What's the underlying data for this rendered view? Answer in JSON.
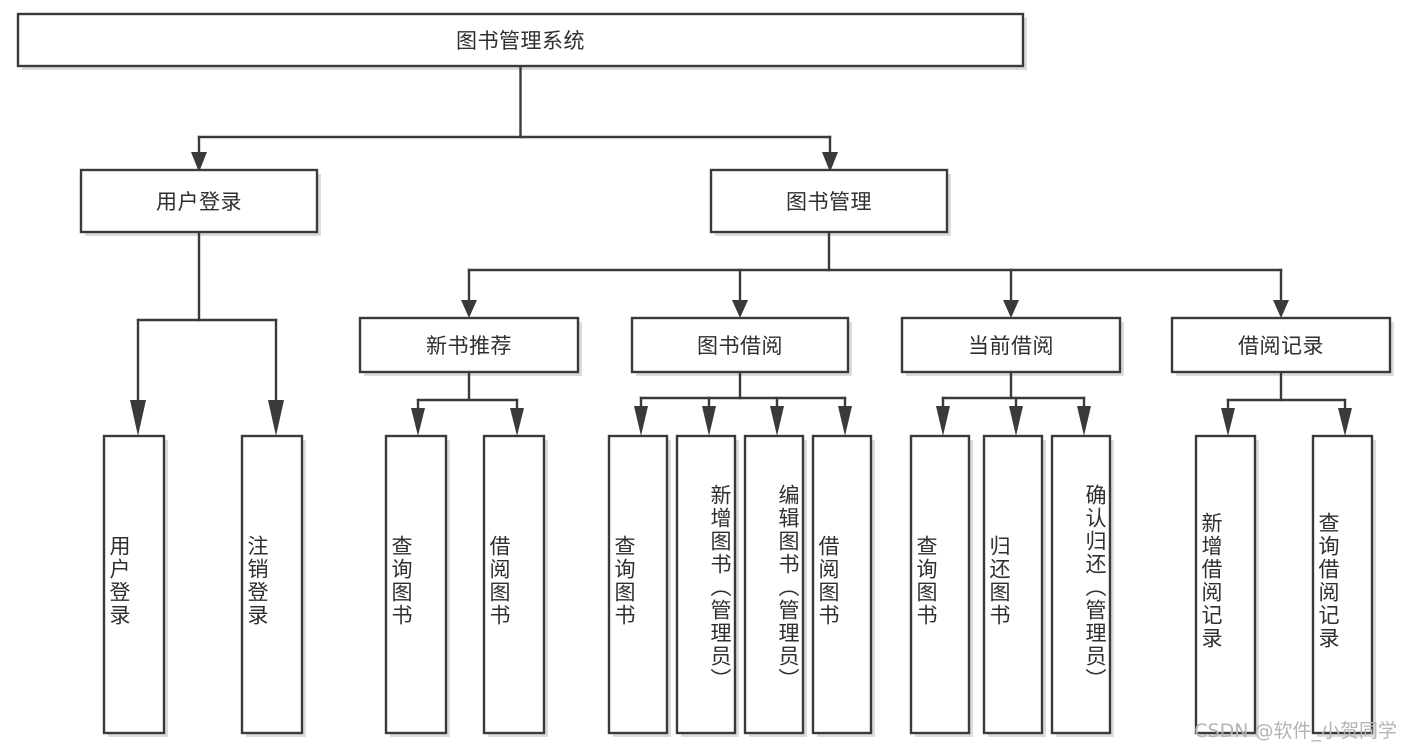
{
  "diagram": {
    "title": "图书管理系统",
    "watermark": "CSDN @软件_小贺同学",
    "colors": {
      "stroke": "#3a3a3a",
      "fill": "#ffffff",
      "text": "#2f2f2f",
      "shadow": "#c9c9c9",
      "watermark": "#b4b4b4"
    },
    "nodes": {
      "root": {
        "label": "图书管理系统"
      },
      "level2": [
        {
          "id": "user-login",
          "label": "用户登录"
        },
        {
          "id": "book-management",
          "label": "图书管理"
        }
      ],
      "level3": [
        {
          "id": "new-book-recommend",
          "label": "新书推荐"
        },
        {
          "id": "book-borrow",
          "label": "图书借阅"
        },
        {
          "id": "current-borrow",
          "label": "当前借阅"
        },
        {
          "id": "borrow-record",
          "label": "借阅记录"
        }
      ],
      "leaves": {
        "user-login": [
          {
            "id": "user-login-leaf",
            "label": "用户登录"
          },
          {
            "id": "user-logout-leaf",
            "label": "注销登录"
          }
        ],
        "new-book-recommend": [
          {
            "id": "query-book-1",
            "label": "查询图书"
          },
          {
            "id": "borrow-book-1",
            "label": "借阅图书"
          }
        ],
        "book-borrow": [
          {
            "id": "query-book-2",
            "label": "查询图书"
          },
          {
            "id": "add-book",
            "label": "新增图书（管理员）"
          },
          {
            "id": "edit-book",
            "label": "编辑图书（管理员）"
          },
          {
            "id": "borrow-book-2",
            "label": "借阅图书"
          }
        ],
        "current-borrow": [
          {
            "id": "query-book-3",
            "label": "查询图书"
          },
          {
            "id": "return-book",
            "label": "归还图书"
          },
          {
            "id": "confirm-return",
            "label": "确认归还（管理员）"
          }
        ],
        "borrow-record": [
          {
            "id": "add-borrow-record",
            "label": "新增借阅记录"
          },
          {
            "id": "query-borrow-record",
            "label": "查询借阅记录"
          }
        ]
      }
    }
  }
}
